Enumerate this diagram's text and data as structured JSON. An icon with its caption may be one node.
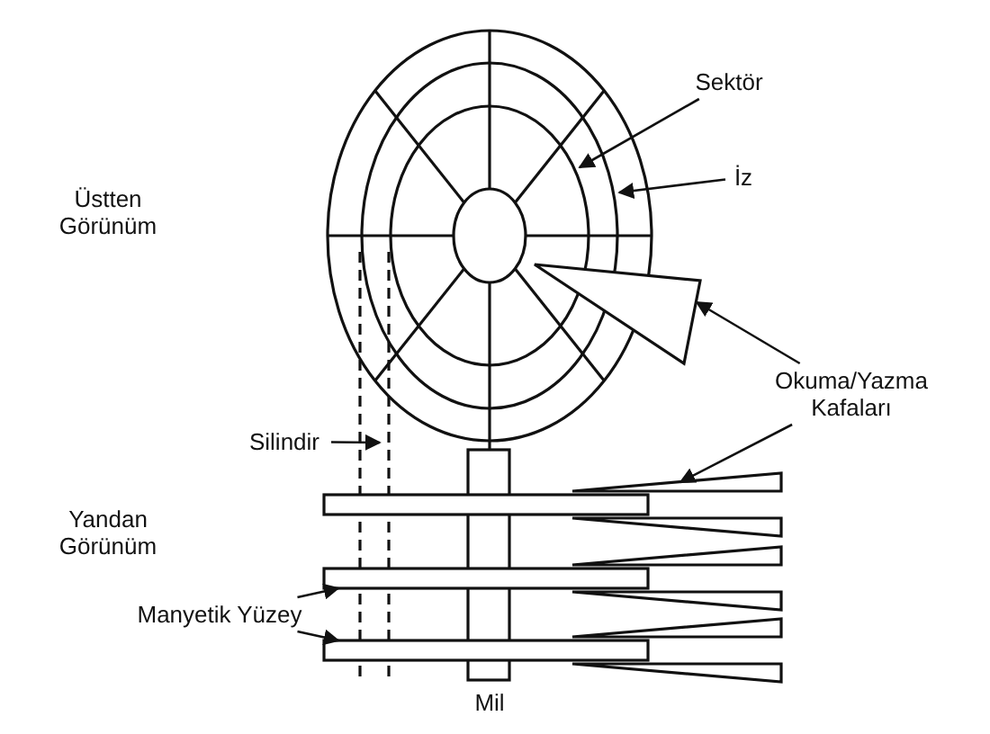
{
  "diagram": {
    "nodes": [
      {
        "text": [
          "Sektör"
        ]
      },
      {
        "text": [
          "İz"
        ]
      },
      {
        "text": [
          "Okuma/Yazma Kafaları"
        ]
      },
      {
        "text": [
          "Silindir"
        ]
      },
      {
        "text": [
          "Manyetik Yüzey"
        ]
      },
      {
        "text": [],
        "shape": "triangle"
      },
      {
        "text": [],
        "shape": "triangle"
      },
      {
        "text": [],
        "shape": "triangle"
      },
      {
        "text": [],
        "shape": "triangle"
      },
      {
        "text": [],
        "shape": "triangle"
      },
      {
        "text": [],
        "shape": "triangle"
      },
      {
        "text": [],
        "shape": "triangle"
      },
      {
        "text": [],
        "shape": "bar"
      },
      {
        "text": [],
        "shape": "bar"
      },
      {
        "text": [],
        "shape": "bar"
      }
    ],
    "edges": [
      {
        "from": 0,
        "to": null,
        "arrow": "to"
      },
      {
        "from": 1,
        "to": null,
        "arrow": "to"
      },
      {
        "from": 2,
        "to": 5,
        "arrow": "to"
      },
      {
        "from": 2,
        "to": 6,
        "arrow": "to"
      },
      {
        "from": 3,
        "to": null,
        "arrow": "to"
      },
      {
        "from": 4,
        "to": 13,
        "arrow": "to"
      },
      {
        "from": 4,
        "to": 14,
        "arrow": "to"
      }
    ],
    "labels": [
      "Üstten Görünüm",
      "Yandan Görünüm",
      "Mil"
    ]
  }
}
